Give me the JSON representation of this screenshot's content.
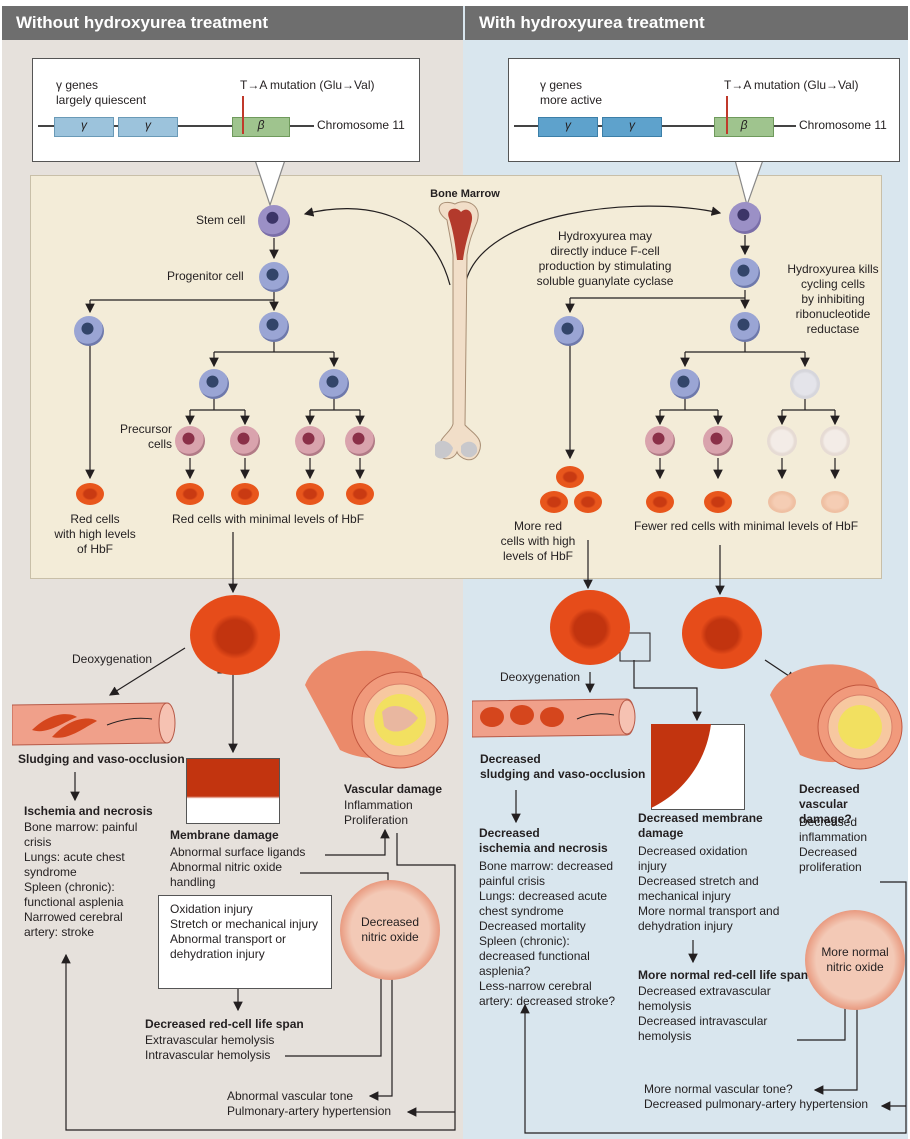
{
  "headers": {
    "left": "Without hydroxyurea treatment",
    "right": "With hydroxyurea treatment"
  },
  "chromosome_left": {
    "genes_label": "γ genes\nlargely quiescent",
    "mutation": "T→A mutation (Glu→Val)",
    "gamma1": "γ",
    "gamma2": "γ",
    "beta": "β",
    "chromosome": "Chromosome 11"
  },
  "chromosome_right": {
    "genes_label": "γ genes\nmore active",
    "mutation": "T→A mutation (Glu→Val)",
    "gamma1": "γ",
    "gamma2": "γ",
    "beta": "β",
    "chromosome": "Chromosome 11"
  },
  "marrow": {
    "bone_marrow": "Bone Marrow",
    "stem_cell": "Stem cell",
    "progenitor_cell": "Progenitor cell",
    "precursor_cells": "Precursor\ncells",
    "left_high_hbf": "Red cells\nwith high levels\nof HbF",
    "left_minimal_hbf": "Red cells with minimal levels of HbF",
    "hu_induce": "Hydroxyurea may\ndirectly induce F-cell\nproduction by stimulating\nsoluble guanylate cyclase",
    "hu_kills": "Hydroxyurea kills\ncycling cells\nby inhibiting\nribonucleotide\nreductase",
    "right_more_red": "More red\ncells with high\nlevels of HbF",
    "right_fewer_red": "Fewer red cells with minimal levels of HbF"
  },
  "left_bottom": {
    "deoxygenation": "Deoxygenation",
    "sludging": "Sludging and vaso-occlusion",
    "ischemia_title": "Ischemia and necrosis",
    "ischemia_items": "Bone marrow: painful\n  crisis\nLungs: acute chest\n  syndrome\nSpleen (chronic):\n  functional asplenia\nNarrowed cerebral\n  artery: stroke",
    "membrane_title": "Membrane damage",
    "membrane_items": "Abnormal surface ligands\nAbnormal nitric oxide\n  handling",
    "injury_box": "Oxidation injury\nStretch or mechanical injury\nAbnormal transport or\n  dehydration injury",
    "lifespan_title": "Decreased red-cell life span",
    "lifespan_items": "Extravascular hemolysis\nIntravascular hemolysis",
    "vascular_title": "Vascular damage",
    "vascular_items": "Inflammation\nProliferation",
    "nitric_oxide": "Decreased\nnitric oxide",
    "tone": "Abnormal vascular tone\nPulmonary-artery hypertension"
  },
  "right_bottom": {
    "deoxygenation": "Deoxygenation",
    "sludging": "Decreased\nsludging and vaso-occlusion",
    "ischemia_title": "Decreased\nischemia and necrosis",
    "ischemia_items": "Bone marrow: decreased\n  painful crisis\nLungs: decreased acute\n  chest syndrome\nDecreased mortality\nSpleen (chronic):\n  decreased functional\n  asplenia?\nLess-narrow cerebral\n  artery: decreased stroke?",
    "membrane_title": "Decreased membrane\ndamage",
    "membrane_items": "Decreased oxidation\n  injury\nDecreased stretch and\n  mechanical injury\nMore normal transport and\n  dehydration injury",
    "lifespan_title": "More normal red-cell life span",
    "lifespan_items": "Decreased extravascular\n  hemolysis\nDecreased intravascular\n  hemolysis",
    "vascular_title": "Decreased vascular\ndamage?",
    "vascular_items": "Decreased\n  inflammation\nDecreased\n  proliferation",
    "nitric_oxide": "More normal\nnitric oxide",
    "tone": "More normal vascular tone?\nDecreased pulmonary-artery hypertension"
  },
  "colors": {
    "left_bg": "#e6e1dc",
    "right_bg": "#d9e6ee",
    "marrow_bg": "#f3ecd8",
    "header": "#6e6e6e",
    "gamma": "#9cc3dc",
    "beta": "#9fc48e",
    "mutation": "#c0392b"
  }
}
